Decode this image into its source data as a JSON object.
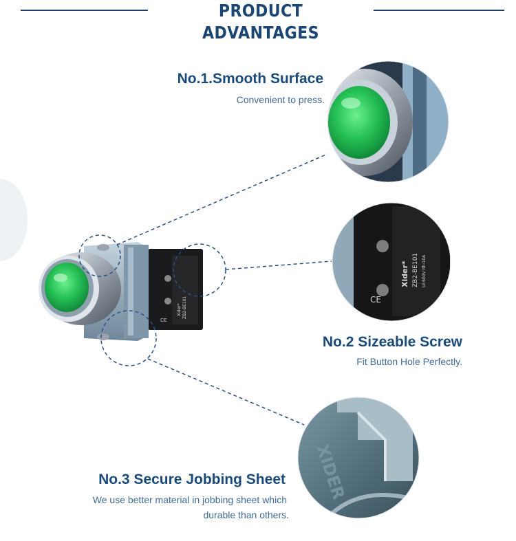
{
  "header": {
    "title": "PRODUCT ADVANTAGES"
  },
  "features": [
    {
      "title": "No.1.Smooth Surface",
      "desc": "Convenient to press."
    },
    {
      "title": "No.2 Sizeable Screw",
      "desc": "Fit Button Hole Perfectly."
    },
    {
      "title": "No.3 Secure Jobbing Sheet",
      "desc_line1": "We use better material in jobbing sheet which",
      "desc_line2": "durable than others."
    }
  ],
  "product": {
    "stamp": "XIDER"
  },
  "colors": {
    "heading": "#1a4a7a",
    "body": "#3f6a96",
    "accent_green": "#27c55a",
    "dashes": "#2a4f86"
  }
}
